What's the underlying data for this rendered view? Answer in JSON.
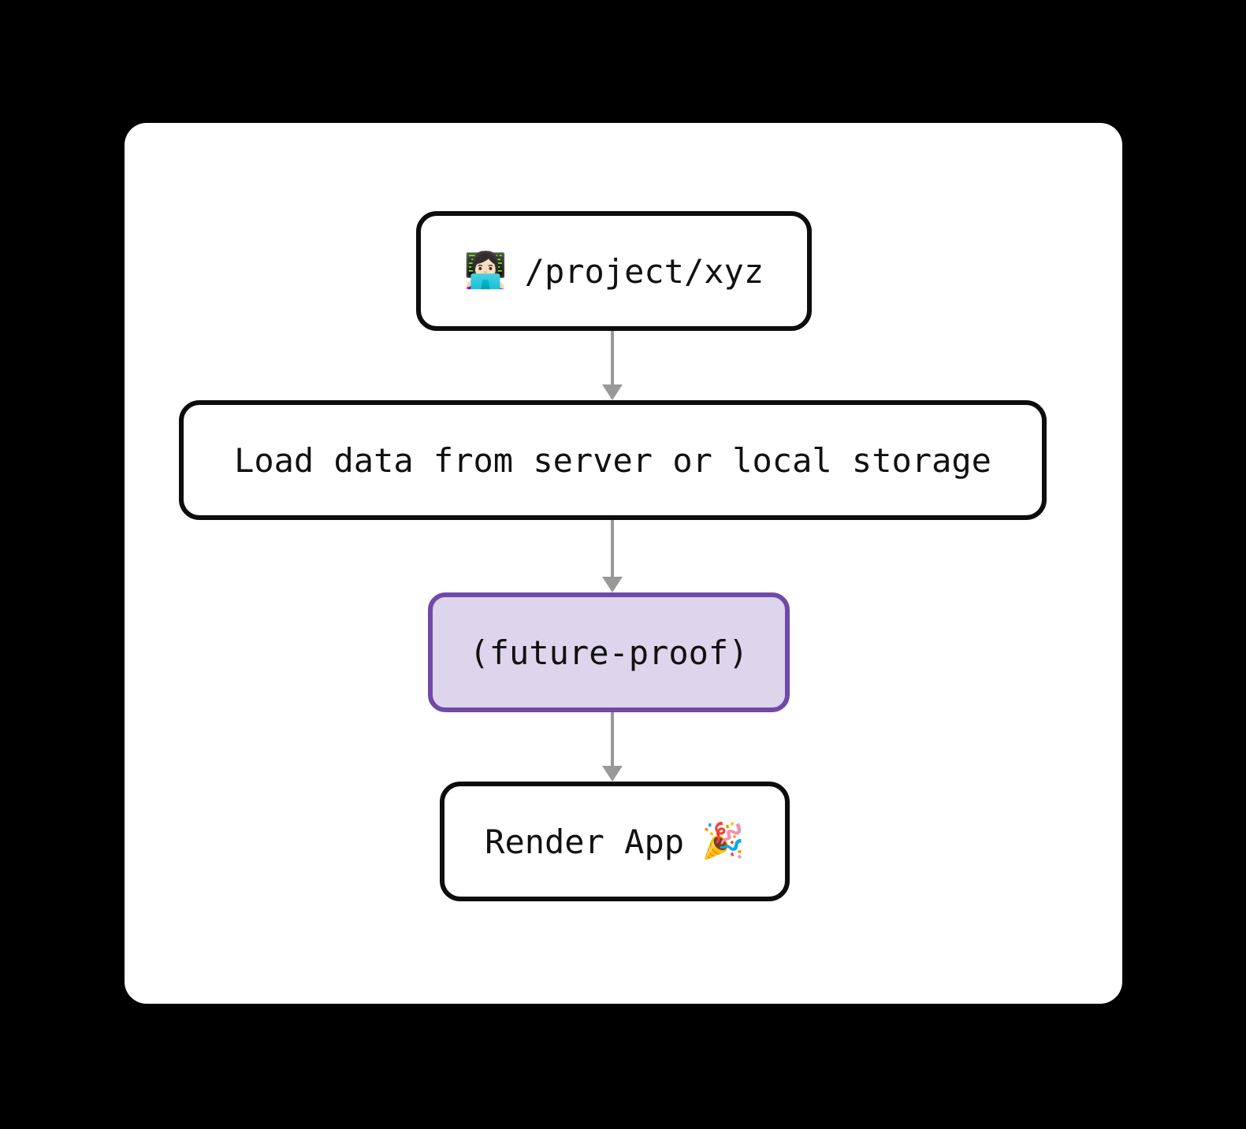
{
  "page": {
    "background": "#000000"
  },
  "card": {
    "background": "#ffffff"
  },
  "diagram": {
    "type": "flowchart",
    "direction": "top-down",
    "colors": {
      "node_border": "#0d0d0d",
      "node_fill": "#ffffff",
      "highlight_border": "#7149a6",
      "highlight_fill": "#dcd5ec",
      "arrow": "#999999",
      "text": "#111111"
    },
    "nodes": [
      {
        "emoji": "👩🏻‍💻",
        "label": "/project/xyz",
        "variant": "default"
      },
      {
        "label": "Load data from server or local storage",
        "variant": "default"
      },
      {
        "label": "(future-proof)",
        "variant": "highlight"
      },
      {
        "label": "Render App",
        "emoji": "🎉",
        "variant": "default"
      }
    ],
    "edges": [
      {
        "from": "project-route",
        "to": "load-data"
      },
      {
        "from": "load-data",
        "to": "future-proof"
      },
      {
        "from": "future-proof",
        "to": "render-app"
      }
    ]
  }
}
